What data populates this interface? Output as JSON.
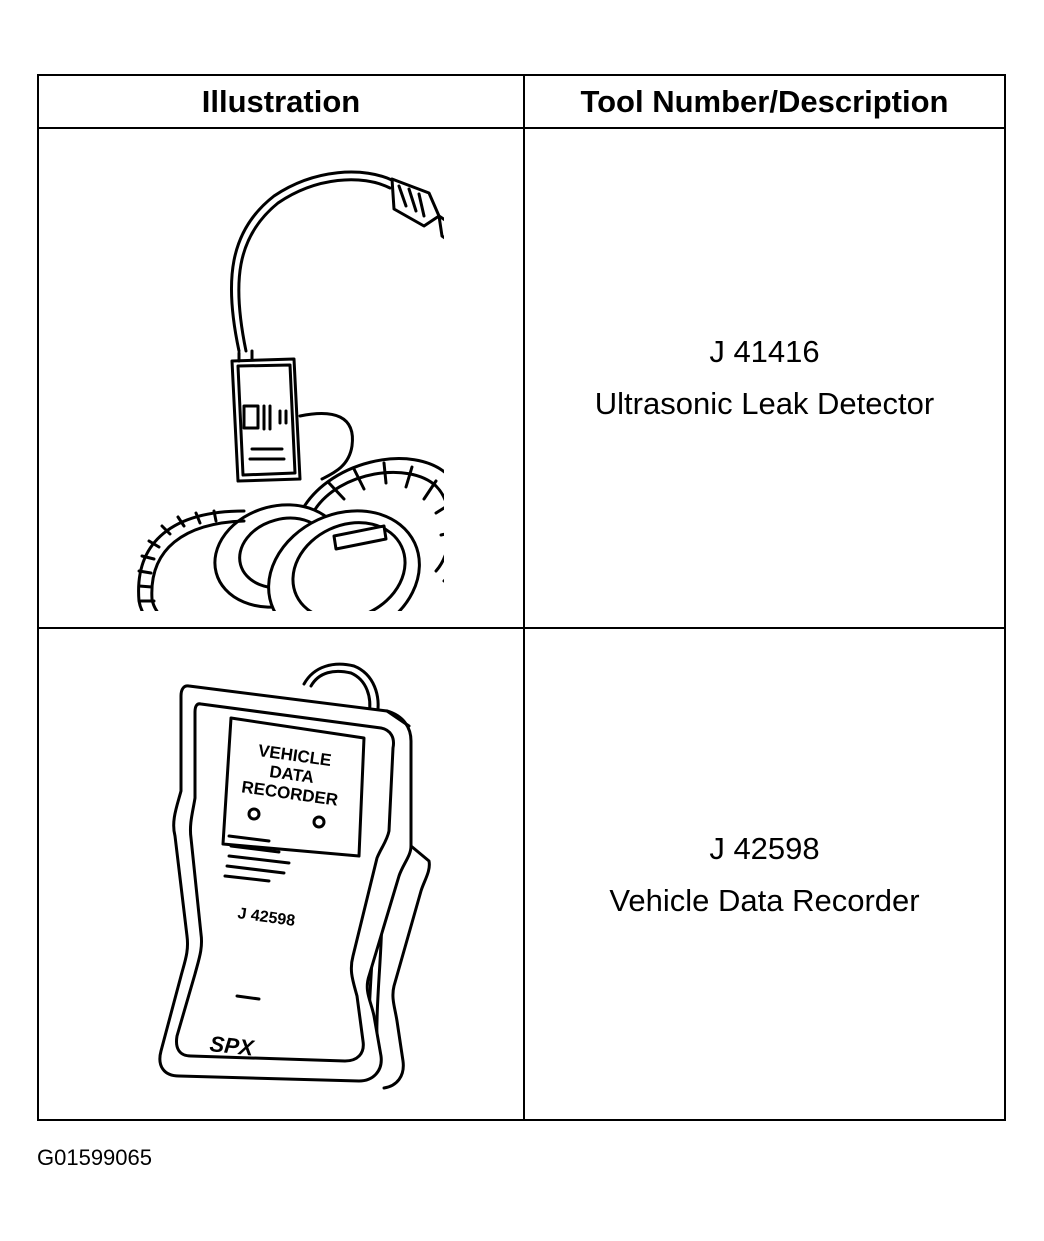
{
  "table": {
    "headers": {
      "illustration": "Illustration",
      "description": "Tool Number/Description"
    },
    "rows": [
      {
        "tool_number": "J 41416",
        "description": "Ultrasonic Leak Detector",
        "illustration_icon": "ultrasonic-leak-detector-drawing"
      },
      {
        "tool_number": "J 42598",
        "description": "Vehicle Data Recorder",
        "illustration_icon": "vehicle-data-recorder-drawing",
        "device_label_lines": [
          "VEHICLE",
          "DATA",
          "RECORDER"
        ],
        "device_model": "J 42598",
        "device_brand": "SPX"
      }
    ]
  },
  "figure_id": "G01599065"
}
